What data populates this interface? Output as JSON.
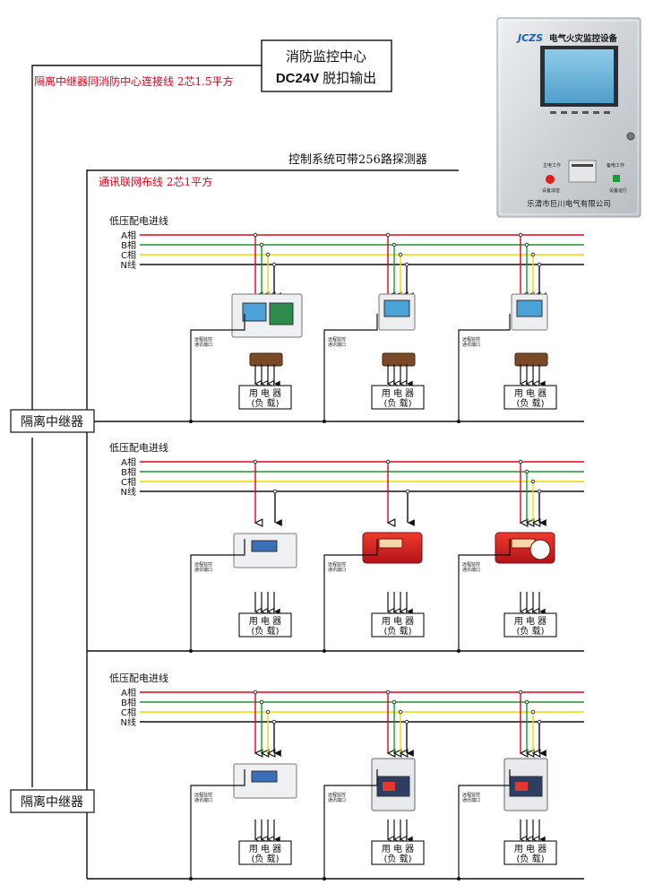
{
  "fire_center": {
    "line1": "消防监控中心",
    "line2_bold": "DC24V",
    "line2_rest": "脱扣输出"
  },
  "center_link_label": "隔离中继器同消防中心连接线 2芯1.5平方",
  "control_capacity_label": "控制系统可带256路探测器",
  "comm_wiring_label": "通讯联网布线 2芯1平方",
  "repeaters": [
    {
      "label": "隔离中继器"
    },
    {
      "label": "隔离中继器"
    }
  ],
  "monitor_device": {
    "logo": "JCZS",
    "title": "电气火灾监控设备",
    "left_indicator": "主电工作",
    "left_button": "设备消音",
    "right_indicator": "备电工作",
    "right_button": "设备运行",
    "company": "乐清市巨川电气有限公司",
    "colors": {
      "body": "#d9dcdf",
      "screen": "#6fb6dc",
      "red_button": "#e21b1b",
      "green_button": "#1f9a3a"
    }
  },
  "line_colors": {
    "A": "#e8001c",
    "B": "#1a9a2e",
    "C": "#f2d600",
    "N": "#111111"
  },
  "sections": [
    {
      "title": "低压配电进线",
      "phases": [
        "A相",
        "B相",
        "C相",
        "N线"
      ],
      "units": [
        {
          "device": "multi-channel-monitor",
          "remote_label_1": "远程监控",
          "remote_label_2": "通讯端口",
          "load_1": "用 电 器",
          "load_2": "(负 载)"
        },
        {
          "device": "panel-monitor",
          "remote_label_1": "远程监控",
          "remote_label_2": "通讯端口",
          "load_1": "用 电 器",
          "load_2": "(负 载)"
        },
        {
          "device": "panel-monitor",
          "remote_label_1": "远程监控",
          "remote_label_2": "通讯端口",
          "load_1": "用 电 器",
          "load_2": "(负 载)"
        }
      ]
    },
    {
      "title": "低压配电进线",
      "phases": [
        "A相",
        "B相",
        "C相",
        "N线"
      ],
      "units": [
        {
          "device": "din-rail-detector",
          "remote_label_1": "远程监控",
          "remote_label_2": "通讯端口",
          "load_1": "用 电 器",
          "load_2": "(负 载)"
        },
        {
          "device": "red-split-detector",
          "remote_label_1": "远程监控",
          "remote_label_2": "通讯端口",
          "load_1": "用 电 器",
          "load_2": "(负 载)"
        },
        {
          "device": "red-round-detector",
          "remote_label_1": "远程监控",
          "remote_label_2": "通讯端口",
          "load_1": "用 电 器",
          "load_2": "(负 载)"
        }
      ]
    },
    {
      "title": "低压配电进线",
      "phases": [
        "A相",
        "B相",
        "C相",
        "N线"
      ],
      "units": [
        {
          "device": "din-rail-meter",
          "remote_label_1": "远程监控",
          "remote_label_2": "通讯端口",
          "load_1": "用 电 器",
          "load_2": "(负 载)"
        },
        {
          "device": "breaker-detector",
          "remote_label_1": "远程监控",
          "remote_label_2": "通讯端口",
          "load_1": "用 电 器",
          "load_2": "(负 载)"
        },
        {
          "device": "breaker-detector",
          "remote_label_1": "远程监控",
          "remote_label_2": "通讯端口",
          "load_1": "用 电 器",
          "load_2": "(负 载)"
        }
      ]
    }
  ]
}
